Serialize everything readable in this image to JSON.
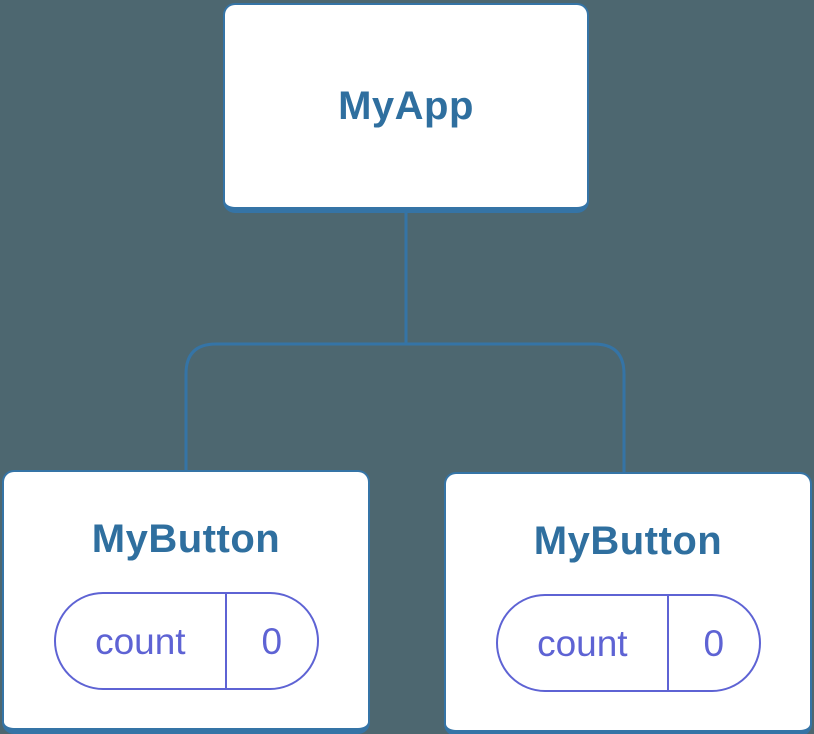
{
  "diagram": {
    "type": "component-tree",
    "colors": {
      "background": "#4D6770",
      "node_fill": "#FFFFFF",
      "node_border_blue": "#3574A6",
      "title_text_blue": "#2F6F9F",
      "state_purple": "#5E63D4"
    },
    "root": {
      "label": "MyApp"
    },
    "children": [
      {
        "label": "MyButton",
        "state": {
          "key": "count",
          "value": "0"
        }
      },
      {
        "label": "MyButton",
        "state": {
          "key": "count",
          "value": "0"
        }
      }
    ]
  }
}
